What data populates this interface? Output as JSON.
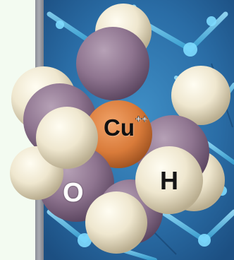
{
  "molecule": {
    "center_atom": {
      "symbol": "Cu",
      "charge": "++"
    },
    "oxygen_label": "O",
    "hydrogen_label": "H"
  },
  "colors": {
    "background_blue": "#2d7bb3",
    "background_light_blue": "#6fd0f0",
    "left_panel": "#f3fbf1",
    "divider_gray": "#9a9ca4",
    "hydrogen": "#f0ead2",
    "oxygen": "#8f7590",
    "copper": "#d97b3a",
    "label_dark": "#111111",
    "label_light": "#ffffff"
  }
}
